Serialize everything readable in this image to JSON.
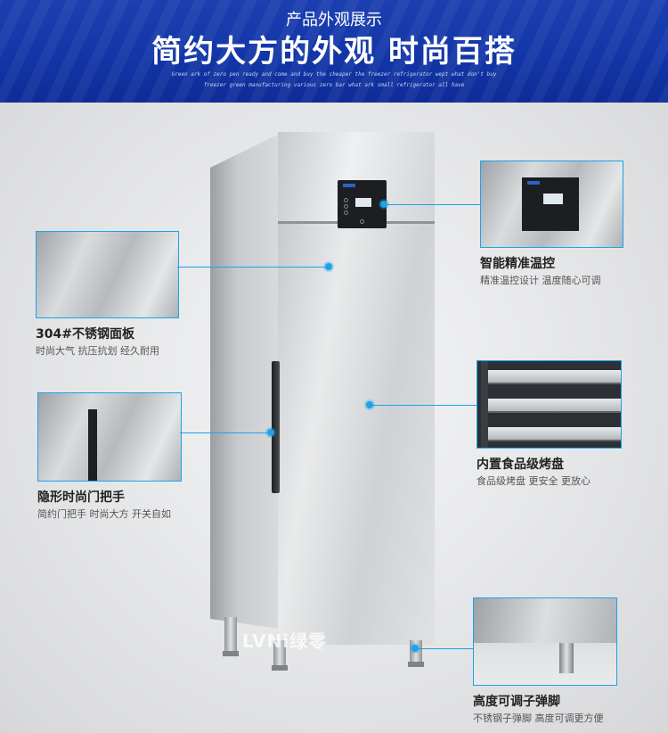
{
  "header": {
    "subtitle": "产品外观展示",
    "title": "简约大方的外观 时尚百搭",
    "english_line1": "Green ark of zero pen ready and come and buy the cheaper the freezer refrigerator wept what don't buy",
    "english_line2": "freezer green manufacturing various zero bar what ark small refrigerator all have"
  },
  "watermark": "LVNi绿零",
  "features": [
    {
      "title": "智能精准温控",
      "desc": "精准温控设计 温度随心可调"
    },
    {
      "title": "304#不锈钢面板",
      "desc": "时尚大气 抗压抗划 经久耐用"
    },
    {
      "title": "内置食品级烤盘",
      "desc": "食品级烤盘 更安全 更放心"
    },
    {
      "title": "隐形时尚门把手",
      "desc": "简约门把手 时尚大方 开关自如"
    },
    {
      "title": "高度可调子弹脚",
      "desc": "不锈钢子弹脚 高度可调更方便"
    }
  ],
  "colors": {
    "banner": "#1236a8",
    "accent": "#1ea2ea"
  }
}
